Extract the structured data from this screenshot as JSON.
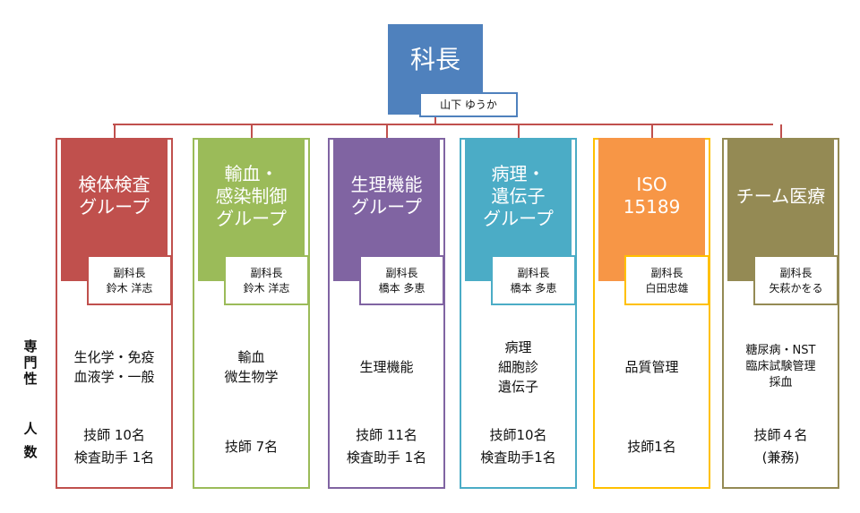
{
  "chief": {
    "title": "科長",
    "name": "山下 ゆうか",
    "color": "#4f81bd"
  },
  "connector_color": "#c0504d",
  "side_labels": {
    "specialty": [
      "専",
      "門",
      "性"
    ],
    "headcount": [
      "人",
      "数"
    ]
  },
  "groups": [
    {
      "title_lines": [
        "検体検査",
        "グループ"
      ],
      "color": "#c0504d",
      "border": "#c0504d",
      "deputy_title": "副科長",
      "deputy_name": "鈴木 洋志",
      "specialty": [
        "生化学・免疫",
        "血液学・一般"
      ],
      "staff": [
        "技師 10名",
        "検査助手 1名"
      ]
    },
    {
      "title_lines": [
        "輸血・",
        "感染制御",
        "グループ"
      ],
      "color": "#9bbb59",
      "border": "#9bbb59",
      "deputy_title": "副科長",
      "deputy_name": "鈴木 洋志",
      "specialty": [
        "輸血",
        "微生物学"
      ],
      "staff": [
        "技師 7名"
      ]
    },
    {
      "title_lines": [
        "生理機能",
        "グループ"
      ],
      "color": "#8064a2",
      "border": "#8064a2",
      "deputy_title": "副科長",
      "deputy_name": "橋本 多恵",
      "specialty": [
        "生理機能"
      ],
      "staff": [
        "技師 11名",
        "検査助手 1名"
      ]
    },
    {
      "title_lines": [
        "病理・",
        "遺伝子",
        "グループ"
      ],
      "color": "#4bacc6",
      "border": "#4bacc6",
      "deputy_title": "副科長",
      "deputy_name": "橋本 多恵",
      "specialty": [
        "病理",
        "細胞診",
        "遺伝子"
      ],
      "staff": [
        "技師10名",
        "検査助手1名"
      ]
    },
    {
      "title_lines": [
        "ISO",
        "15189"
      ],
      "color": "#f79646",
      "border": "#ffc000",
      "deputy_title": "副科長",
      "deputy_name": "白田忠雄",
      "specialty": [
        "品質管理"
      ],
      "staff": [
        "技師1名"
      ]
    },
    {
      "title_lines": [
        "チーム医療"
      ],
      "color": "#948a54",
      "border": "#948a54",
      "deputy_title": "副科長",
      "deputy_name": "矢萩かをる",
      "specialty": [
        "糖尿病・NST",
        "臨床試験管理",
        "採血"
      ],
      "staff": [
        "技師４名",
        "(兼務)"
      ]
    }
  ]
}
